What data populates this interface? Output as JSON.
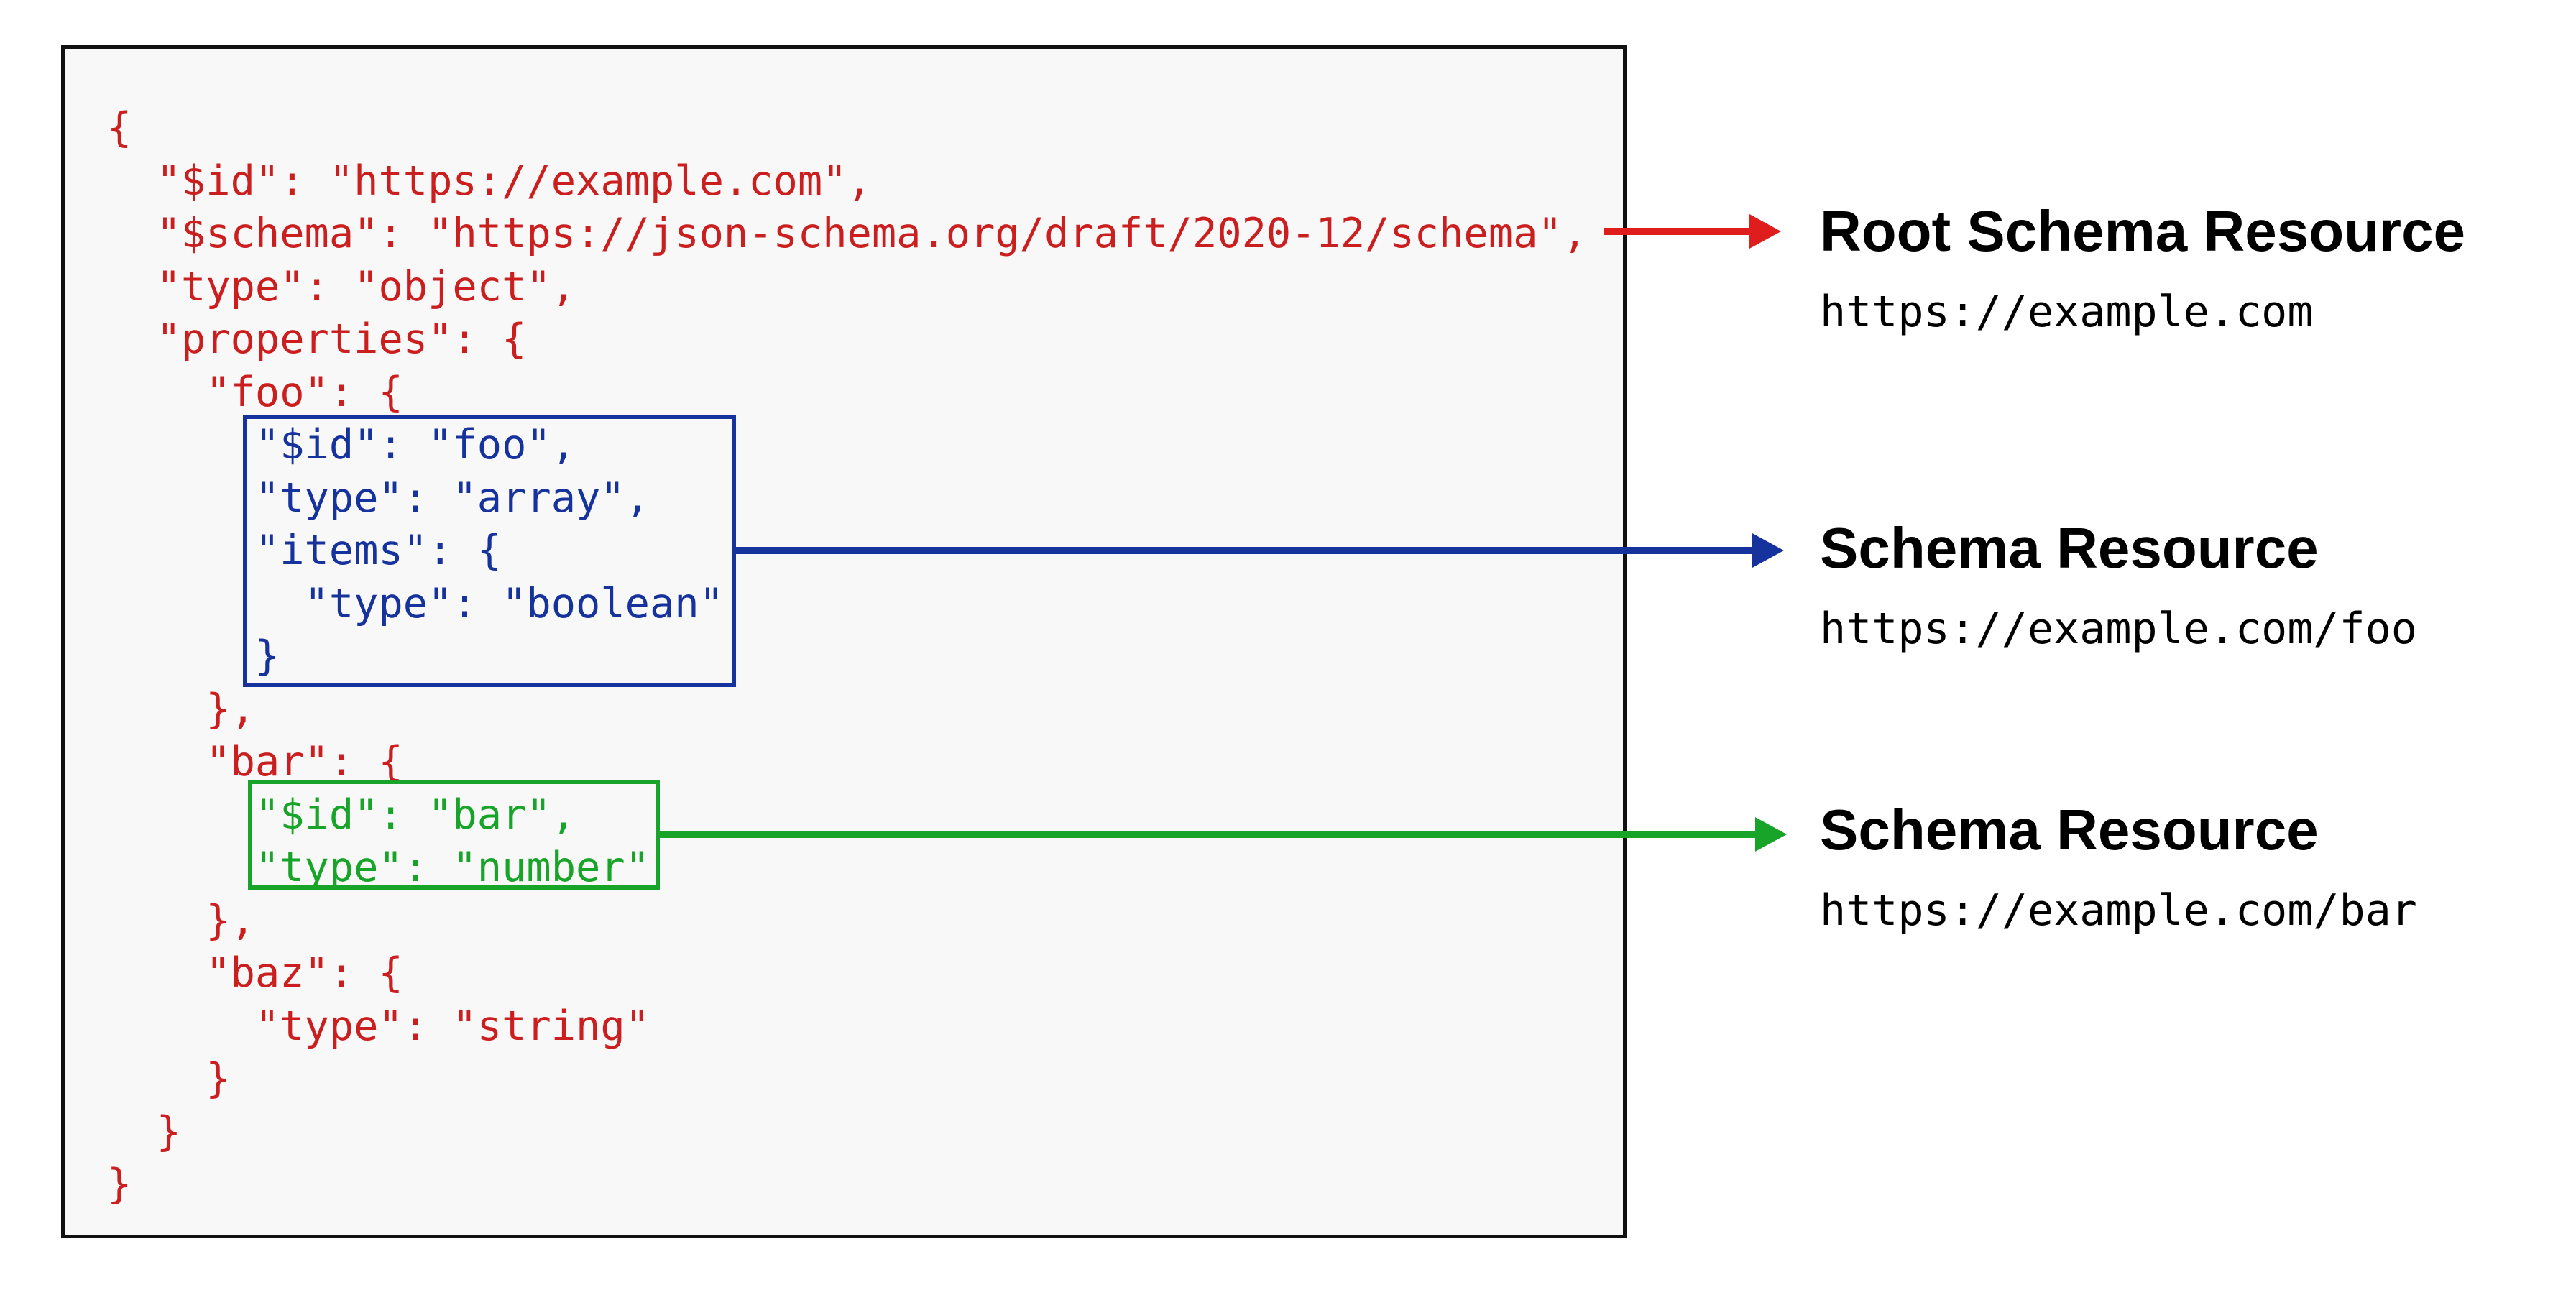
{
  "colors": {
    "code_red": "#cb1f1f",
    "arrow_red": "#e01d1d",
    "blue": "#16329d",
    "green": "#18a428",
    "box_background": "#f8f8f8",
    "box_border": "#111111",
    "label_text": "#000000"
  },
  "code": {
    "lines": [
      {
        "text": "{",
        "color": "red"
      },
      {
        "text": "  \"$id\": \"https://example.com\",",
        "color": "red"
      },
      {
        "text": "  \"$schema\": \"https://json-schema.org/draft/2020-12/schema\",",
        "color": "red"
      },
      {
        "text": "  \"type\": \"object\",",
        "color": "red"
      },
      {
        "text": "  \"properties\": {",
        "color": "red"
      },
      {
        "text": "    \"foo\": {",
        "color": "red"
      },
      {
        "text": "      \"$id\": \"foo\",",
        "color": "blue"
      },
      {
        "text": "      \"type\": \"array\",",
        "color": "blue"
      },
      {
        "text": "      \"items\": {",
        "color": "blue"
      },
      {
        "text": "        \"type\": \"boolean\"",
        "color": "blue"
      },
      {
        "text": "      }",
        "color": "blue"
      },
      {
        "text": "    },",
        "color": "red"
      },
      {
        "text": "    \"bar\": {",
        "color": "red"
      },
      {
        "text": "      \"$id\": \"bar\",",
        "color": "green"
      },
      {
        "text": "      \"type\": \"number\"",
        "color": "green"
      },
      {
        "text": "    },",
        "color": "red"
      },
      {
        "text": "    \"baz\": {",
        "color": "red"
      },
      {
        "text": "      \"type\": \"string\"",
        "color": "red"
      },
      {
        "text": "    }",
        "color": "red"
      },
      {
        "text": "  }",
        "color": "red"
      },
      {
        "text": "}",
        "color": "red"
      }
    ]
  },
  "annotations": [
    {
      "heading": "Root Schema Resource",
      "url": "https://example.com",
      "color": "red"
    },
    {
      "heading": "Schema Resource",
      "url": "https://example.com/foo",
      "color": "blue"
    },
    {
      "heading": "Schema Resource",
      "url": "https://example.com/bar",
      "color": "green"
    }
  ]
}
